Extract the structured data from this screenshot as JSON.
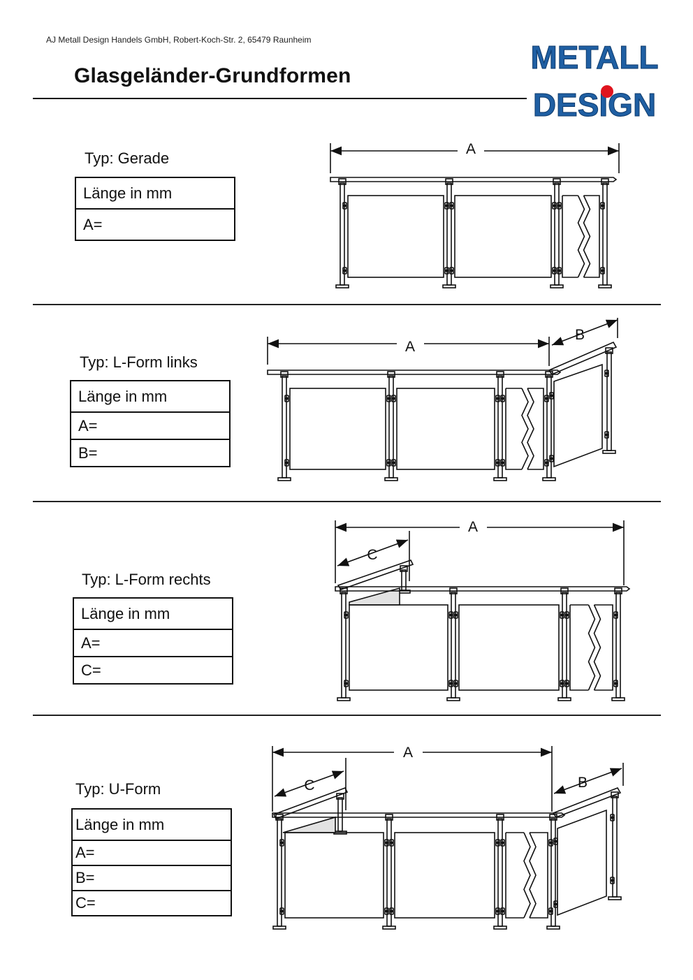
{
  "header": {
    "company_line": "AJ Metall Design Handels GmbH, Robert-Koch-Str. 2, 65479 Raunheim",
    "title": "Glasgeländer-Grundformen"
  },
  "logo": {
    "line1": "METALL",
    "line2": "DESIGN",
    "primary_color": "#1f5fa3",
    "dot_color": "#e0141e"
  },
  "sections": [
    {
      "type_label": "Typ: Gerade",
      "table_header": "Länge in mm",
      "rows": [
        "A="
      ],
      "dims": [
        "A"
      ]
    },
    {
      "type_label": "Typ: L-Form links",
      "table_header": "Länge in mm",
      "rows": [
        "A=",
        "B="
      ],
      "dims": [
        "A",
        "B"
      ]
    },
    {
      "type_label": "Typ: L-Form rechts",
      "table_header": "Länge in mm",
      "rows": [
        "A=",
        "C="
      ],
      "dims": [
        "A",
        "C"
      ]
    },
    {
      "type_label": "Typ: U-Form",
      "table_header": "Länge in mm",
      "rows": [
        "A=",
        "B=",
        "C="
      ],
      "dims": [
        "A",
        "B",
        "C"
      ]
    }
  ]
}
